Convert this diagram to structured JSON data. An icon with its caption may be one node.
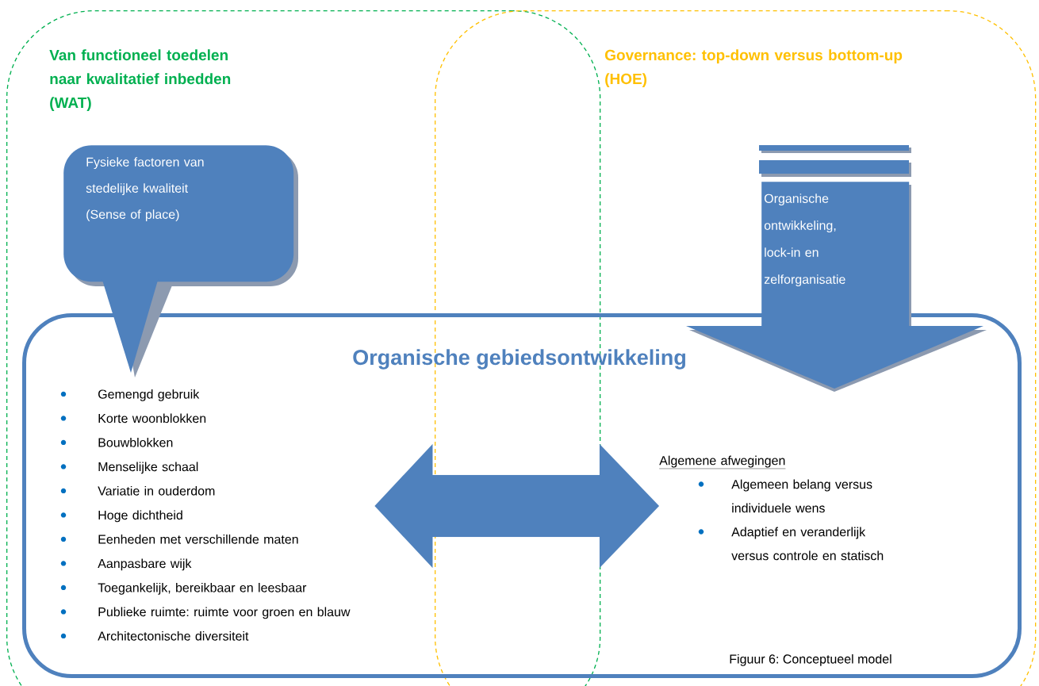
{
  "diagram": {
    "caption": "Figuur 6: Conceptueel model",
    "nodes": [
      {
        "text": [
          "Van functioneel toedelen naar kwalitatief inbedden (WAT)"
        ]
      },
      {
        "text": [
          "Governance: top-down versus bottom-up (HOE)"
        ]
      },
      {
        "text": [
          "Organische gebiedsontwikkeling"
        ]
      },
      {
        "text": [
          "Fysieke factoren van stedelijke kwaliteit (Sense of place)"
        ],
        "in": 0
      },
      {
        "text": [
          "Organische ontwikkeling, lock-in en zelforganisatie"
        ],
        "in": 1
      },
      {
        "text": [
          "Gemengd gebruik",
          "Korte woonblokken",
          "Bouwblokken",
          "Menselijke schaal",
          "Variatie in ouderdom",
          "Hoge dichtheid",
          "Eenheden met verschillende maten",
          "Aanpasbare wijk",
          "Toegankelijk, bereikbaar en leesbaar",
          "Publieke ruimte: ruimte voor groen en blauw",
          "Architectonische diversiteit"
        ]
      },
      {
        "text": [
          "Algemene afwegingen",
          "Algemeen belang versus individuele wens",
          "Adaptief en veranderlijk versus controle en statisch"
        ]
      }
    ],
    "edges": [
      {
        "from": 5,
        "to": 6,
        "arrow": "both",
        "style": "thick"
      }
    ]
  }
}
